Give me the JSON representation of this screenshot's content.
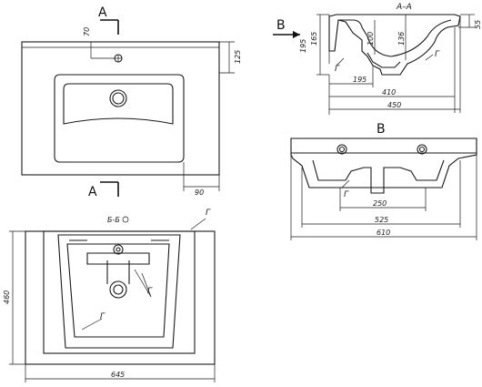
{
  "top_view": {
    "section_mark_top": "A",
    "section_mark_bottom": "A",
    "dim_70": "70",
    "dim_125": "125",
    "dim_90": "90"
  },
  "section_view": {
    "view_arrow_label": "B",
    "section_title": "A–A",
    "dim_195_vertical": "195",
    "dim_165": "165",
    "dim_100": "100",
    "dim_136": "136",
    "dim_55": "55",
    "dim_195_horizontal": "195",
    "dim_410": "410",
    "dim_450": "450",
    "detail_g_left": "Г",
    "detail_g_right": "Г"
  },
  "side_view_b": {
    "view_label": "B",
    "detail_g": "Г",
    "dim_250": "250",
    "dim_525": "525",
    "dim_610": "610"
  },
  "front_view": {
    "view_ref": "Б-Б",
    "detail_g_top": "Г",
    "detail_g_mid": "Г",
    "detail_g_bottom": "Г",
    "dim_460": "460",
    "dim_645": "645"
  }
}
